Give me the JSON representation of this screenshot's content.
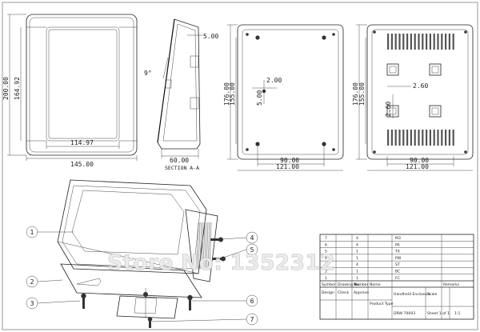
{
  "views": {
    "front": {
      "height_outer": "200.00",
      "height_inner": "164.92",
      "width_inner": "114.97",
      "width_outer": "145.00"
    },
    "section": {
      "angle": "9°",
      "top_offset": "5.00",
      "depth": "60.00",
      "caption": "SECTION A-A"
    },
    "inside": {
      "height_outer": "176.00",
      "height_inner": "155.00",
      "gap_x": "2.00",
      "gap_y": "5.00",
      "width_inner": "90.00",
      "width_outer": "121.00"
    },
    "back": {
      "height_outer": "176.00",
      "height_inner": "155.00",
      "gap_x": "2.60",
      "gap_y": "2.60",
      "width_inner": "90.00",
      "width_outer": "121.00"
    }
  },
  "balloons": [
    "1",
    "2",
    "3",
    "4",
    "5",
    "6",
    "7"
  ],
  "watermark": "Store No: 1352312",
  "title_block": {
    "parts": [
      {
        "no": "7",
        "qty": "4",
        "code": "M3"
      },
      {
        "no": "6",
        "qty": "4",
        "code": "PA"
      },
      {
        "no": "5",
        "qty": "1",
        "code": "TX"
      },
      {
        "no": "4",
        "qty": "1",
        "code": "PW"
      },
      {
        "no": "3",
        "qty": "4",
        "code": "ST"
      },
      {
        "no": "2",
        "qty": "1",
        "code": "BC"
      },
      {
        "no": "1",
        "qty": "1",
        "code": "FC"
      }
    ],
    "header": [
      "Symbol",
      "Drawing No.",
      "Number",
      "Name",
      "Remarks"
    ],
    "company": "Handheld Enclosure",
    "product_type": "Product Type",
    "model": "DRW 70003",
    "scale_label": "Scale",
    "scale": "1:1",
    "sheet": "Sheet 1 of 1",
    "design": "Design",
    "check": "Check",
    "approve": "Approve"
  }
}
